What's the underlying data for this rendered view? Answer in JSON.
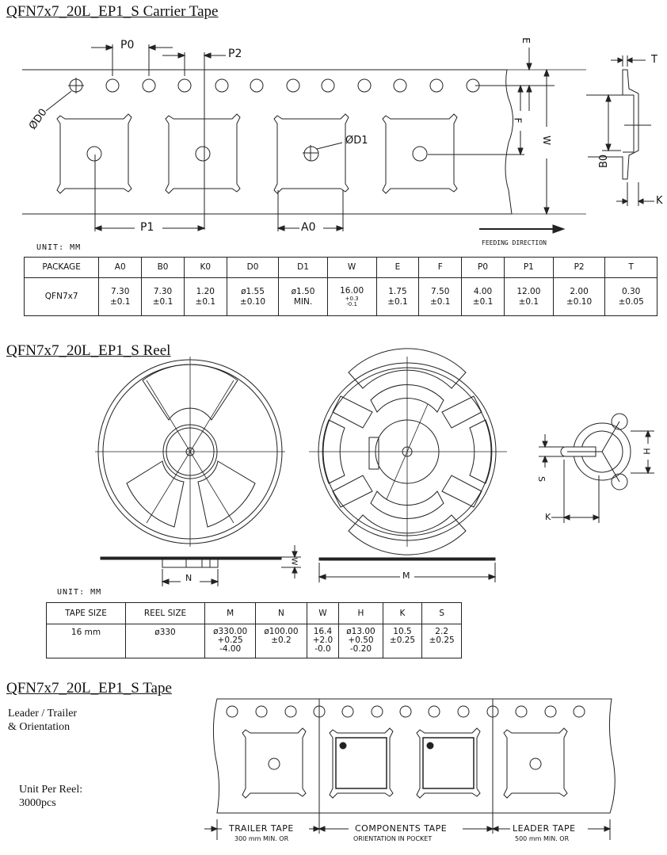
{
  "carrier": {
    "title": "QFN7x7_20L_EP1_S Carrier Tape",
    "unit": "UNIT: MM",
    "feeding_direction": "FEEDING DIRECTION",
    "labels": {
      "p0": "P0",
      "p2": "P2",
      "p1": "P1",
      "a0": "A0",
      "d0": "ØD0",
      "d1": "ØD1",
      "e": "E",
      "f": "F",
      "w": "W",
      "t": "T",
      "b0": "B0",
      "k": "K"
    },
    "headers": [
      "PACKAGE",
      "A0",
      "B0",
      "K0",
      "D0",
      "D1",
      "W",
      "E",
      "F",
      "P0",
      "P1",
      "P2",
      "T"
    ],
    "row": {
      "package": "QFN7x7",
      "a0": [
        "7.30",
        "±0.1"
      ],
      "b0": [
        "7.30",
        "±0.1"
      ],
      "k0": [
        "1.20",
        "±0.1"
      ],
      "d0": [
        "ø1.55",
        "±0.10"
      ],
      "d1": [
        "ø1.50",
        "MIN."
      ],
      "w": [
        "16.00",
        "+0.3",
        "-0.1"
      ],
      "e": [
        "1.75",
        "±0.1"
      ],
      "f": [
        "7.50",
        "±0.1"
      ],
      "p0": [
        "4.00",
        "±0.1"
      ],
      "p1": [
        "12.00",
        "±0.1"
      ],
      "p2": [
        "2.00",
        "±0.10"
      ],
      "t": [
        "0.30",
        "±0.05"
      ]
    }
  },
  "reel": {
    "title": "QFN7x7_20L_EP1_S Reel",
    "unit": "UNIT: MM",
    "labels": {
      "n": "N",
      "w": "W",
      "m": "M",
      "h": "H",
      "s": "S",
      "k": "K"
    },
    "headers": [
      "TAPE SIZE",
      "REEL SIZE",
      "M",
      "N",
      "W",
      "H",
      "K",
      "S"
    ],
    "row": {
      "tape_size": "16 mm",
      "reel_size": "ø330",
      "m": [
        "ø330.00",
        "+0.25",
        "-4.00"
      ],
      "n": [
        "ø100.00",
        "±0.2"
      ],
      "w": [
        "16.4",
        "+2.0",
        "-0.0"
      ],
      "h": [
        "ø13.00",
        "+0.50",
        "-0.20"
      ],
      "k": [
        "10.5",
        "±0.25"
      ],
      "s": [
        "2.2",
        "±0.25"
      ]
    }
  },
  "tape": {
    "title": "QFN7x7_20L_EP1_S Tape",
    "leader_text": [
      "Leader / Trailer",
      "& Orientation"
    ],
    "unit_per_reel": [
      "Unit Per Reel:",
      "3000pcs"
    ],
    "trailer": [
      "TRAILER TAPE",
      "300 mm MIN. OR"
    ],
    "components": [
      "COMPONENTS TAPE",
      "ORIENTATION IN POCKET"
    ],
    "leader": [
      "LEADER TAPE",
      "500 mm MIN. OR"
    ]
  }
}
